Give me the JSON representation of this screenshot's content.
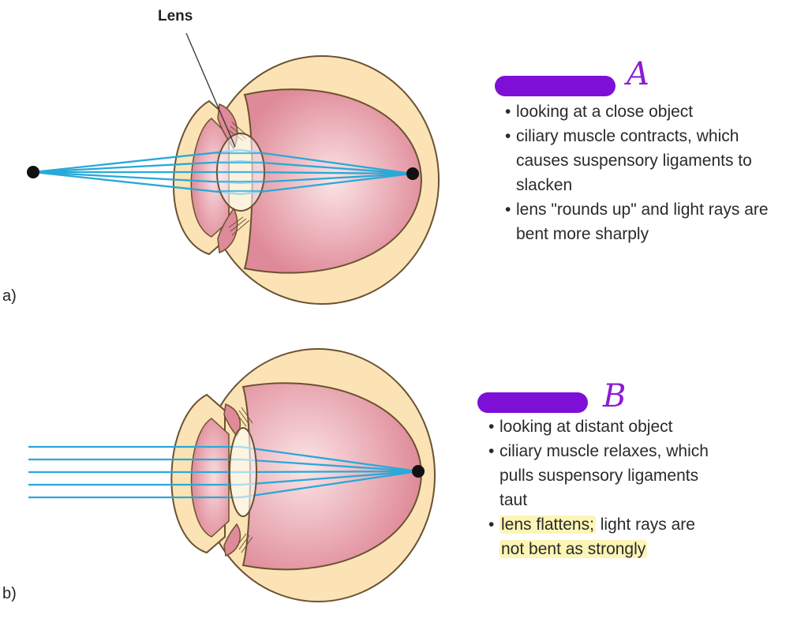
{
  "figure": {
    "lens_label": "Lens",
    "panels": [
      {
        "id": "a",
        "label": "a)",
        "state": "near-focus",
        "rays": "diverging-from-point",
        "hand_letter": "A",
        "notes": [
          {
            "text": "looking at a close object"
          },
          {
            "text": "ciliary muscle contracts, which causes suspensory ligaments to slacken"
          },
          {
            "text": "lens \"rounds up\" and light rays are bent more sharply"
          }
        ]
      },
      {
        "id": "b",
        "label": "b)",
        "state": "far-focus",
        "rays": "parallel",
        "hand_letter": "B",
        "notes": [
          {
            "text": "looking at distant object"
          },
          {
            "text": "ciliary muscle relaxes, which pulls suspensory ligaments taut"
          },
          {
            "parts": [
              {
                "text": "lens flattens;",
                "highlight": true
              },
              {
                "text": " light rays are",
                "highlight": false
              },
              {
                "text": "not bent as strongly",
                "highlight": true,
                "newline": true
              }
            ]
          }
        ]
      }
    ]
  },
  "colors": {
    "sclera": "#fbe3b5",
    "eye_outline": "#6b5232",
    "chamber": "#df8a98",
    "chamber_center": "#fbe4e6",
    "ray": "#29a9d8",
    "point": "#111111",
    "redaction": "#7e0fd6",
    "handwriting": "#8b1bd4",
    "highlight": "#fdf5b6"
  }
}
